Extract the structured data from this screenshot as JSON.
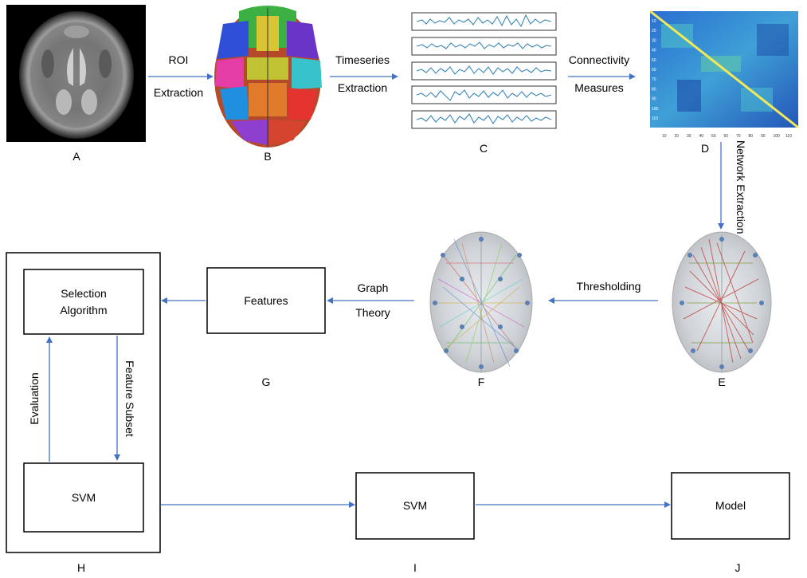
{
  "panels": {
    "A": "A",
    "B": "B",
    "C": "C",
    "D": "D",
    "E": "E",
    "F": "F",
    "G": "G",
    "H": "H",
    "I": "I",
    "J": "J"
  },
  "arrows": {
    "roi_line1": "ROI",
    "roi_line2": "Extraction",
    "ts_line1": "Timeseries",
    "ts_line2": "Extraction",
    "conn_line1": "Connectivity",
    "conn_line2": "Measures",
    "network_extraction": "Network Extraction",
    "thresholding": "Thresholding",
    "graph_line1": "Graph",
    "graph_line2": "Theory",
    "evaluation": "Evaluation",
    "feature_subset": "Feature Subset"
  },
  "boxes": {
    "features": "Features",
    "selection_line1": "Selection",
    "selection_line2": "Algorithm",
    "svm_inner": "SVM",
    "svm_mid": "SVM",
    "model": "Model"
  },
  "matrix_ticks": {
    "y": [
      "10",
      "20",
      "30",
      "40",
      "50",
      "60",
      "70",
      "80",
      "90",
      "100",
      "110"
    ],
    "x": [
      "10",
      "20",
      "30",
      "40",
      "50",
      "60",
      "70",
      "80",
      "90",
      "100",
      "110"
    ]
  },
  "colors": {
    "arrow": "#4472C4",
    "signal": "#3a86b8"
  }
}
